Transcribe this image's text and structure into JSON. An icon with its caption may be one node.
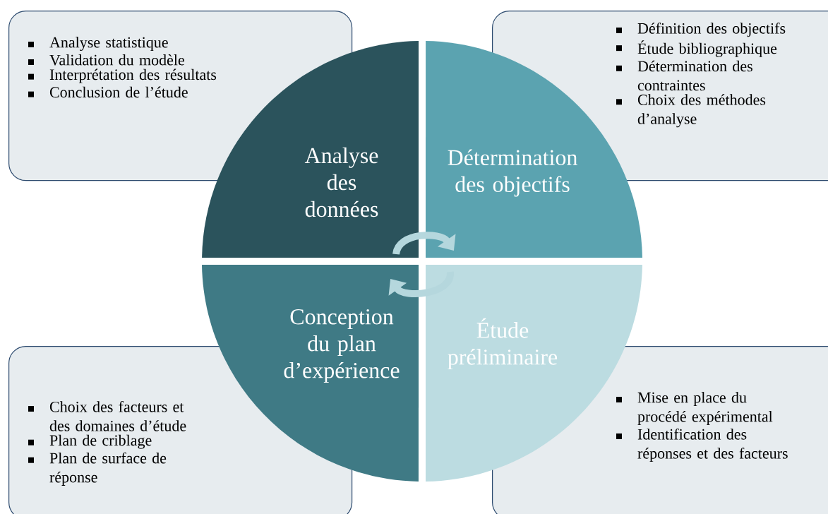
{
  "diagram": {
    "nodes": [
      {
        "text": [
          "Analyse statistique",
          "Validation du modèle",
          "Interprétation des résultats",
          "Conclusion de l’étude"
        ]
      },
      {
        "text": [
          "Définition des objectifs",
          "Étude bibliographique",
          "Détermination des contraintes",
          "Choix des méthodes d’analyse"
        ]
      },
      {
        "text": [
          "Choix des facteurs et des domaines d’étude",
          "Plan de criblage",
          "Plan de surface de réponse"
        ]
      },
      {
        "text": [
          "Mise en place du procédé expérimental",
          "Identification des réponses et des facteurs"
        ]
      },
      {
        "text": [
          "Analyse des données"
        ]
      },
      {
        "text": [
          "Détermination des objectifs"
        ]
      },
      {
        "text": [
          "Conception du plan d’expérience"
        ]
      },
      {
        "text": [
          "Étude préliminaire"
        ]
      }
    ],
    "edges": [
      {
        "from": 4,
        "to": 5,
        "arrow": "to"
      },
      {
        "from": 7,
        "to": 6,
        "arrow": "to"
      }
    ]
  }
}
